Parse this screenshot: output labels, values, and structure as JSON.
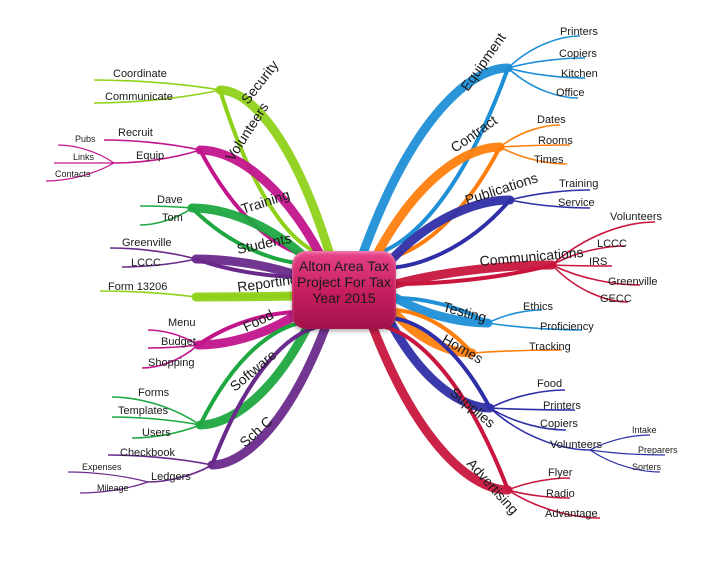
{
  "center": {
    "lines": [
      "Alton Area Tax",
      "Project For Tax",
      "Year 2015"
    ],
    "color": "#cf2466"
  },
  "branches": [
    {
      "id": "security",
      "label": "Security",
      "color": "#8fd11a",
      "children": [
        {
          "label": "Coordinate"
        },
        {
          "label": "Communicate"
        }
      ]
    },
    {
      "id": "volunteers",
      "label": "Volunteers",
      "color": "#c2158c",
      "children": [
        {
          "label": "Recruit"
        },
        {
          "label": "Equip",
          "children": [
            {
              "label": "Pubs"
            },
            {
              "label": "Links"
            },
            {
              "label": "Contacts"
            }
          ]
        }
      ]
    },
    {
      "id": "training",
      "label": "Training",
      "color": "#1fa841",
      "children": [
        {
          "label": "Dave"
        },
        {
          "label": "Tom"
        }
      ]
    },
    {
      "id": "students",
      "label": "Students",
      "color": "#6a2a8c",
      "children": [
        {
          "label": "Greenville"
        },
        {
          "label": "LCCC"
        }
      ]
    },
    {
      "id": "reporting",
      "label": "Reporting",
      "color": "#8fd11a",
      "children": [
        {
          "label": "Form 13206"
        }
      ]
    },
    {
      "id": "food",
      "label": "Food",
      "color": "#c2158c",
      "children": [
        {
          "label": "Menu"
        },
        {
          "label": "Budget"
        },
        {
          "label": "Shopping"
        }
      ]
    },
    {
      "id": "software",
      "label": "Software",
      "color": "#1fa841",
      "children": [
        {
          "label": "Forms"
        },
        {
          "label": "Templates"
        },
        {
          "label": "Users"
        }
      ]
    },
    {
      "id": "schc",
      "label": "Sch C",
      "color": "#6a2a8c",
      "children": [
        {
          "label": "Checkbook"
        },
        {
          "label": "Ledgers",
          "children": [
            {
              "label": "Expenses"
            },
            {
              "label": "Mileage"
            }
          ]
        }
      ]
    },
    {
      "id": "equipment",
      "label": "Equipment",
      "color": "#1f8fd6",
      "children": [
        {
          "label": "Printers"
        },
        {
          "label": "Copiers"
        },
        {
          "label": "Kitchen"
        },
        {
          "label": "Office"
        }
      ]
    },
    {
      "id": "contract",
      "label": "Contract",
      "color": "#ff7f0e",
      "children": [
        {
          "label": "Dates"
        },
        {
          "label": "Rooms"
        },
        {
          "label": "Times"
        }
      ]
    },
    {
      "id": "publications",
      "label": "Publications",
      "color": "#2f2fa8",
      "children": [
        {
          "label": "Training"
        },
        {
          "label": "Service"
        }
      ]
    },
    {
      "id": "communications",
      "label": "Communications",
      "color": "#c8163e",
      "children": [
        {
          "label": "Volunteers"
        },
        {
          "label": "LCCC"
        },
        {
          "label": "IRS"
        },
        {
          "label": "Greenville"
        },
        {
          "label": "GECC"
        }
      ]
    },
    {
      "id": "testing",
      "label": "Testing",
      "color": "#1f8fd6",
      "children": [
        {
          "label": "Ethics"
        },
        {
          "label": "Proficiency"
        }
      ]
    },
    {
      "id": "homes",
      "label": "Homes",
      "color": "#ff7f0e",
      "children": [
        {
          "label": "Tracking"
        }
      ]
    },
    {
      "id": "supplies",
      "label": "Supplies",
      "color": "#2f2fa8",
      "children": [
        {
          "label": "Food"
        },
        {
          "label": "Printers"
        },
        {
          "label": "Copiers"
        },
        {
          "label": "Volunteers",
          "children": [
            {
              "label": "Intake"
            },
            {
              "label": "Preparers"
            },
            {
              "label": "Sorters"
            }
          ]
        }
      ]
    },
    {
      "id": "advertising",
      "label": "Advertising",
      "color": "#c8163e",
      "children": [
        {
          "label": "Flyer"
        },
        {
          "label": "Radio"
        },
        {
          "label": "Advantage"
        }
      ]
    }
  ]
}
